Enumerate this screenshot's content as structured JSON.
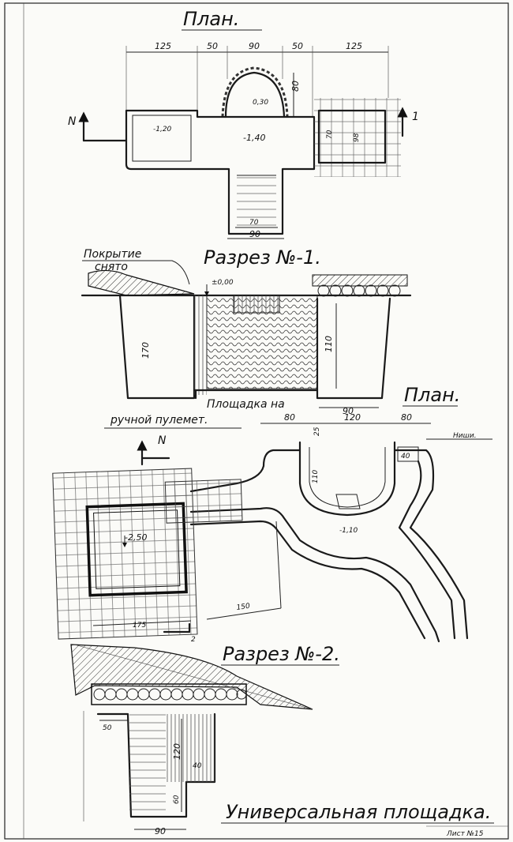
{
  "titles": {
    "plan_1": "План.",
    "section_1": "Разрез №-1.",
    "plan_2": "План.",
    "section_2": "Разрез №-2.",
    "main": "Универсальная площадка."
  },
  "labels": {
    "cover_removed_1": "Покрытие",
    "cover_removed_2": "снято",
    "platform_1": "Площадка на",
    "platform_2": "ручной пулемет.",
    "niche": "Ниши.",
    "sheet_no": "Лист №15",
    "north_1": "N",
    "section_marker_1": "1",
    "north_2": "N",
    "section_marker_2": "2"
  },
  "plan1": {
    "dim_top": [
      "125",
      "50",
      "90",
      "50",
      "125"
    ],
    "dim_80": "80",
    "lvl_030": "0,30",
    "lvl_left": "-1,20",
    "lvl_center": "-1,40",
    "dim_70_right": "70",
    "dim_98": "98",
    "dim_70_bottom": "70",
    "dim_90_bottom": "90"
  },
  "section1": {
    "lvl_000": "±0,00",
    "dim_170": "170",
    "dim_110": "110",
    "dim_90": "90"
  },
  "plan2": {
    "dim_80_left": "80",
    "dim_120": "120",
    "dim_80_right": "80",
    "dim_25": "25",
    "dim_110": "110",
    "dim_40": "40",
    "lvl_110": "-1,10",
    "lvl_250": "-2,50",
    "dim_150": "150",
    "dim_175": "175"
  },
  "section2": {
    "dim_50": "50",
    "dim_120": "120",
    "dim_40": "40",
    "dim_60": "60",
    "dim_90": "90"
  }
}
